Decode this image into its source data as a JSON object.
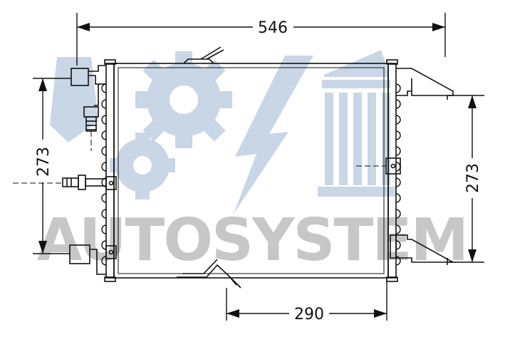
{
  "watermark": {
    "text": "AUTOSYSTEM",
    "text_color": "#9a9a9a",
    "logo_color": "#c9d6e6",
    "logo_icons": [
      "gear-icon",
      "lightning-icon",
      "column-icon"
    ]
  },
  "dimensions": {
    "width": "546",
    "height_left": "273",
    "height_right": "273",
    "mount_spacing": "290"
  },
  "line_color": "#111111"
}
